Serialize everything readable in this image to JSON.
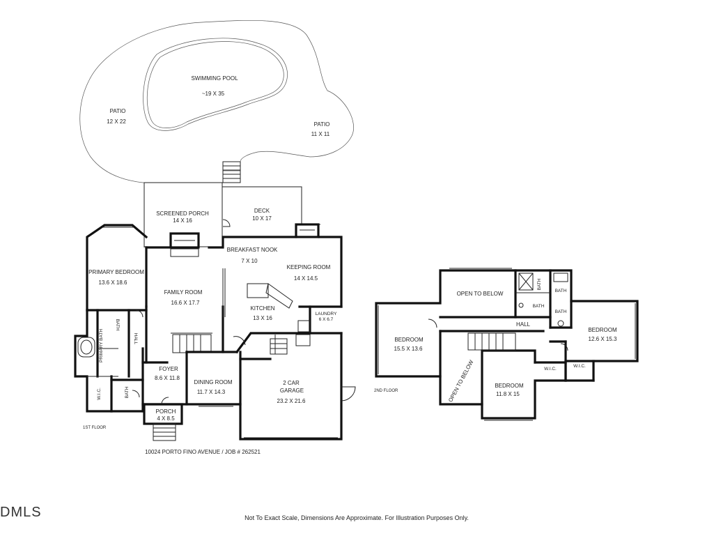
{
  "rooms_first": {
    "swimming_pool": {
      "name": "SWIMMING POOL",
      "dim": "~19 X 35"
    },
    "patio_left": {
      "name": "PATIO",
      "dim": "12 X 22"
    },
    "patio_right": {
      "name": "PATIO",
      "dim": "11 X 11"
    },
    "screened_porch": {
      "name": "SCREENED PORCH",
      "dim": "14 X 16"
    },
    "deck": {
      "name": "DECK",
      "dim": "10 X 17"
    },
    "breakfast_nook": {
      "name": "BREAKFAST NOOK",
      "dim": "7 X 10"
    },
    "keeping_room": {
      "name": "KEEPING ROOM",
      "dim": "14 X 14.5"
    },
    "primary_bedroom": {
      "name": "PRIMARY BEDROOM",
      "dim": "13.6 X 18.6"
    },
    "family_room": {
      "name": "FAMILY ROOM",
      "dim": "16.6 X 17.7"
    },
    "kitchen": {
      "name": "KITCHEN",
      "dim": "13 X 16"
    },
    "laundry": {
      "name": "LAUNDRY",
      "dim": "6 X 6.7"
    },
    "bath_a": {
      "name": "BATH"
    },
    "hall": {
      "name": "HALL"
    },
    "primary_bath": {
      "name": "PRIMARY BATH"
    },
    "foyer": {
      "name": "FOYER",
      "dim": "8.6 X 11.8"
    },
    "dining_room": {
      "name": "DINING ROOM",
      "dim": "11.7 X 14.3"
    },
    "garage": {
      "name": "2 CAR",
      "name2": "GARAGE",
      "dim": "23.2 X 21.6"
    },
    "wic": {
      "name": "W.I.C."
    },
    "bath_b": {
      "name": "BATH"
    },
    "porch": {
      "name": "PORCH",
      "dim": "4 X 8.5"
    }
  },
  "rooms_second": {
    "open_to_below_top": {
      "name": "OPEN TO BELOW"
    },
    "bath_1": {
      "name": "BATH"
    },
    "bath_2": {
      "name": "BATH"
    },
    "bath_3": {
      "name": "BATH"
    },
    "bath_4": {
      "name": "BATH"
    },
    "hall": {
      "name": "HALL"
    },
    "bedroom_left": {
      "name": "BEDROOM",
      "dim": "15.5 X 13.6"
    },
    "bedroom_right": {
      "name": "BEDROOM",
      "dim": "12.6 X 15.3"
    },
    "open_to_below_diag": {
      "name": "OPEN TO BELOW"
    },
    "bedroom_bottom": {
      "name": "BEDROOM",
      "dim": "11.8 X 15"
    },
    "wic_1": {
      "name": "W.I.C."
    },
    "wic_2": {
      "name": "W.I.C."
    }
  },
  "labels": {
    "first_floor": "1ST FLOOR",
    "second_floor": "2ND FLOOR",
    "address": "10024 PORTO FINO AVENUE / JOB # 262521",
    "disclaimer": "Not To Exact Scale, Dimensions Are Approximate. For Illustration Purposes Only.",
    "logo": "DMLS"
  }
}
